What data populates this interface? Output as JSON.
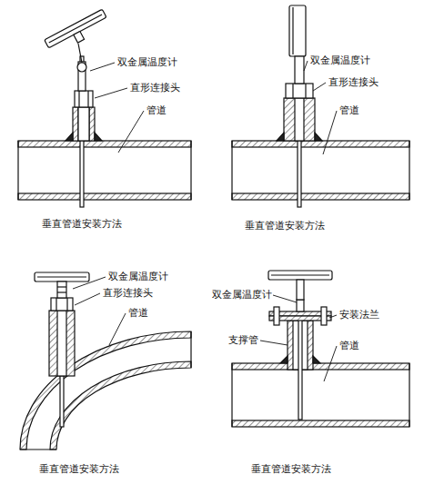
{
  "diagram": {
    "labels": [
      "双金属温度计",
      "直形连接头",
      "管道",
      "垂直管道安装方法",
      "双金属温度计",
      "直形连接头",
      "管道",
      "垂直管道安装方法",
      "双金属温度计",
      "直形连接头",
      "管道",
      "垂直管道安装方法",
      "双金属温度计",
      "安装法兰",
      "支撑管",
      "管道",
      "垂直管道安装方法"
    ]
  }
}
